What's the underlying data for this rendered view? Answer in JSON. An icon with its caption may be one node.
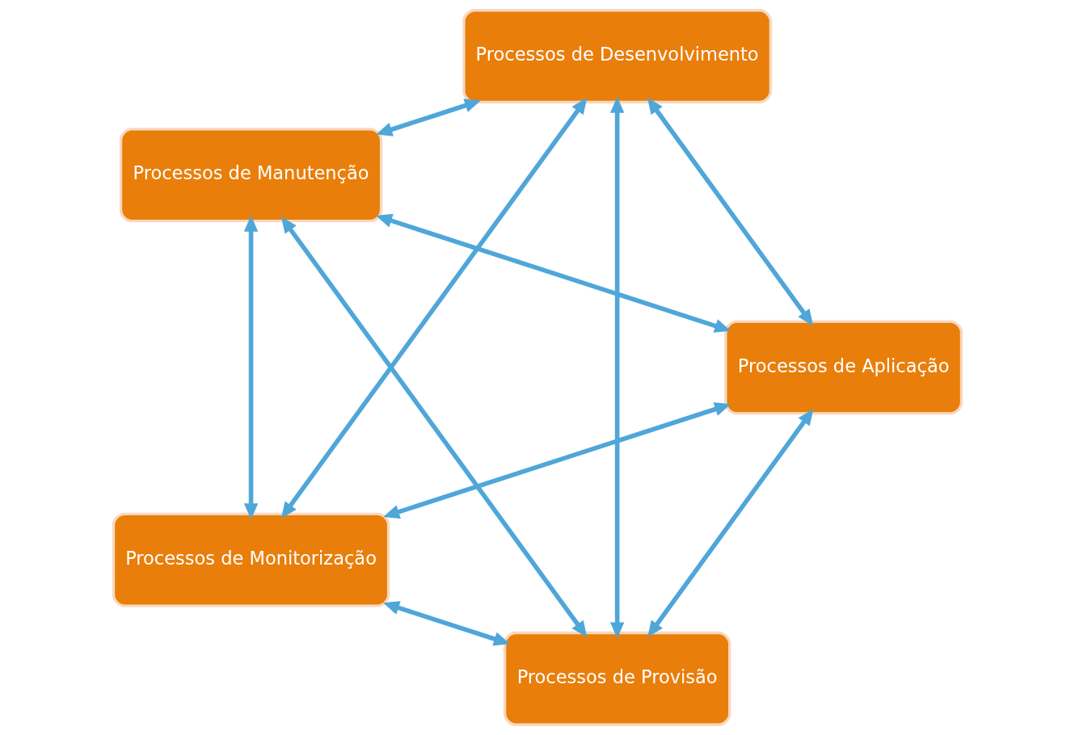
{
  "diagram": {
    "nodes": [
      {
        "text": [
          "Processos de Provisão"
        ]
      },
      {
        "text": [
          "Processos de Aplicação"
        ]
      },
      {
        "text": [
          "Processos de Manutenção"
        ]
      },
      {
        "text": [
          "Processos de Desenvolvimento"
        ]
      },
      {
        "text": [
          "Processos de Monitorização"
        ]
      }
    ],
    "edges": [
      {
        "from": 0,
        "to": 1,
        "arrow": "both"
      },
      {
        "from": 0,
        "to": 2,
        "arrow": "both"
      },
      {
        "from": 0,
        "to": 3,
        "arrow": "both"
      },
      {
        "from": 0,
        "to": 4,
        "arrow": "both"
      },
      {
        "from": 1,
        "to": 2,
        "arrow": "both"
      },
      {
        "from": 1,
        "to": 3,
        "arrow": "both"
      },
      {
        "from": 1,
        "to": 4,
        "arrow": "both"
      },
      {
        "from": 2,
        "to": 3,
        "arrow": "both"
      },
      {
        "from": 2,
        "to": 4,
        "arrow": "both"
      },
      {
        "from": 3,
        "to": 4,
        "arrow": "both"
      }
    ]
  }
}
